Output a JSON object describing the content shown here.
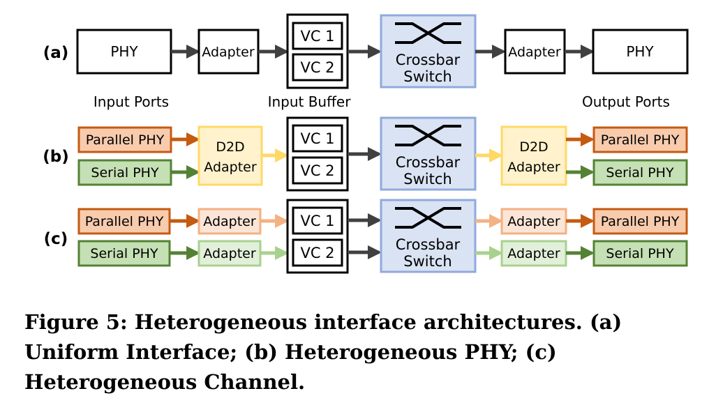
{
  "colors": {
    "orange_fill": "#F8CBAD",
    "orange_border": "#C55A11",
    "orange_arrow": "#C55A11",
    "green_fill": "#C5E0B4",
    "green_border": "#548235",
    "green_arrow": "#548235",
    "yellow_fill": "#FFF2CC",
    "yellow_border": "#FFD966",
    "yellow_arrow": "#FFD966",
    "blue_fill": "#DAE3F3",
    "blue_border": "#8FAADC",
    "light_orange_fill": "#FBE5D6",
    "light_orange_border": "#F4B183",
    "light_green_fill": "#E2F0D9",
    "light_green_border": "#A9D18E",
    "dark_arrow": "#404040"
  },
  "rows": {
    "a": {
      "label": "(a)"
    },
    "b": {
      "label": "(b)"
    },
    "c": {
      "label": "(c)"
    }
  },
  "section_labels": {
    "input_ports": "Input Ports",
    "input_buffer": "Input Buffer",
    "output_ports": "Output Ports"
  },
  "nodes": {
    "phy": "PHY",
    "adapter": "Adapter",
    "vc1": "VC 1",
    "vc2": "VC 2",
    "crossbar_line1": "Crossbar",
    "crossbar_line2": "Switch",
    "parallel_phy": "Parallel PHY",
    "serial_phy": "Serial PHY",
    "d2d_line1": "D2D",
    "d2d_line2": "Adapter",
    "parallel_phy_c": "Parallel  PHY",
    "serial_phy_c": "Serial  PHY"
  },
  "caption": "Figure 5: Heterogeneous interface architectures. (a) Uniform Interface; (b) Heterogeneous PHY; (c) Heterogeneous Channel."
}
